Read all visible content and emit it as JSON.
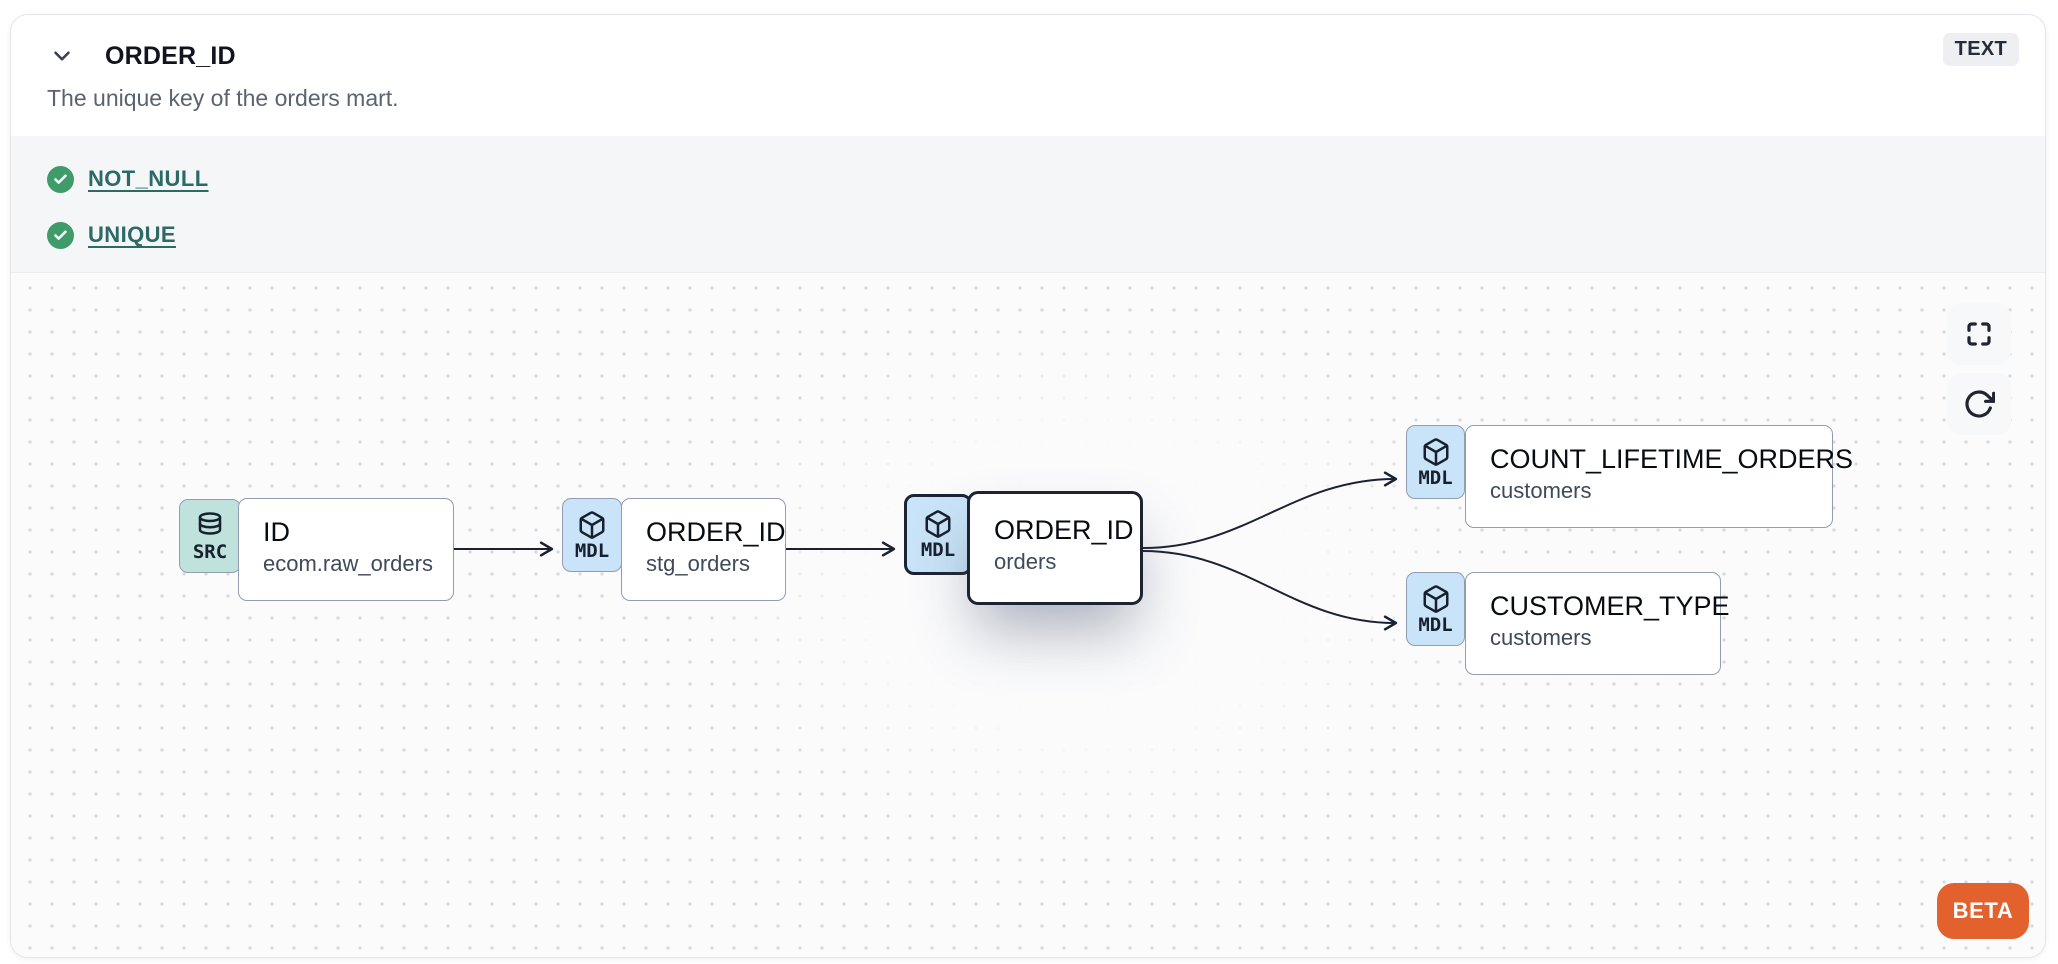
{
  "header": {
    "title": "ORDER_ID",
    "description": "The unique key of the orders mart.",
    "type_badge": "TEXT"
  },
  "tests": [
    {
      "label": "NOT_NULL",
      "status": "pass"
    },
    {
      "label": "UNIQUE",
      "status": "pass"
    }
  ],
  "lineage": {
    "nodes": [
      {
        "kind": "SRC",
        "icon": "database-icon",
        "title": "ID",
        "subtitle": "ecom.raw_orders",
        "highlighted": false
      },
      {
        "kind": "MDL",
        "icon": "cube-icon",
        "title": "ORDER_ID",
        "subtitle": "stg_orders",
        "highlighted": false
      },
      {
        "kind": "MDL",
        "icon": "cube-icon",
        "title": "ORDER_ID",
        "subtitle": "orders",
        "highlighted": true
      },
      {
        "kind": "MDL",
        "icon": "cube-icon",
        "title": "COUNT_LIFETIME_ORDERS",
        "subtitle": "customers",
        "highlighted": false
      },
      {
        "kind": "MDL",
        "icon": "cube-icon",
        "title": "CUSTOMER_TYPE",
        "subtitle": "customers",
        "highlighted": false
      }
    ],
    "edges": [
      {
        "from": 0,
        "to": 1
      },
      {
        "from": 1,
        "to": 2
      },
      {
        "from": 2,
        "to": 3
      },
      {
        "from": 2,
        "to": 4
      }
    ],
    "beta_label": "BETA"
  },
  "colors": {
    "src_badge_bg": "#bfe3dc",
    "mdl_badge_bg": "#c9e4f8",
    "test_pass_green": "#3f9b69",
    "link_teal": "#2d6a66",
    "beta_orange": "#e2612c",
    "node_border": "#939db0",
    "highlight_border": "#1c2433",
    "edge": "#1b2130",
    "canvas_dot": "#d9dade",
    "section_bg": "#f5f6f8",
    "type_badge_bg": "#edeff2"
  }
}
